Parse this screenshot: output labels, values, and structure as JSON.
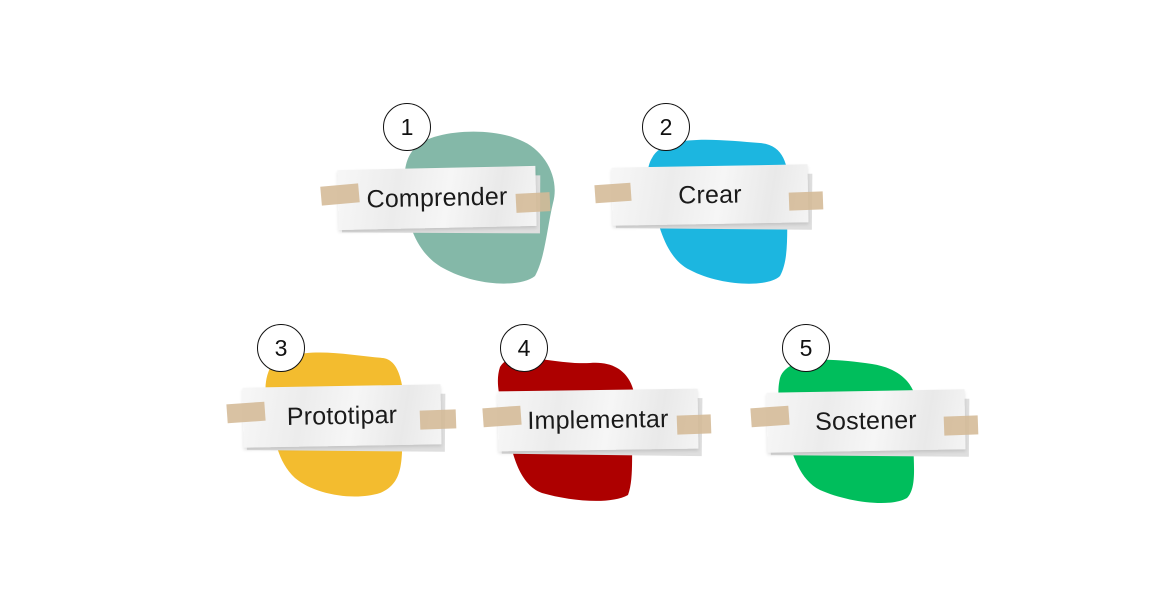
{
  "steps": [
    {
      "number": "1",
      "label": "Comprender",
      "color": "#84b8a8"
    },
    {
      "number": "2",
      "label": "Crear",
      "color": "#1cb6e0"
    },
    {
      "number": "3",
      "label": "Prototipar",
      "color": "#f3bc2f"
    },
    {
      "number": "4",
      "label": "Implementar",
      "color": "#ad0000"
    },
    {
      "number": "5",
      "label": "Sostener",
      "color": "#00be5c"
    }
  ]
}
